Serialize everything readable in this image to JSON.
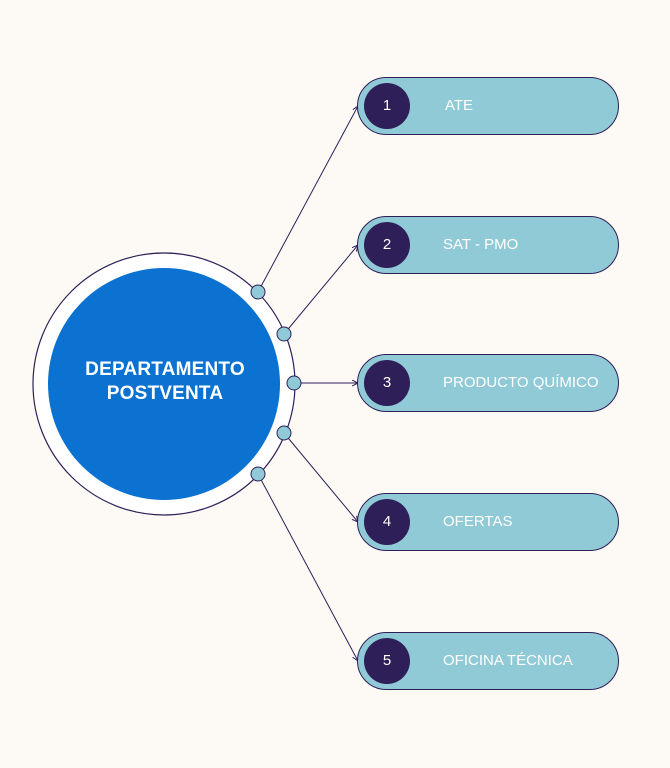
{
  "center": {
    "line1": "DEPARTAMENTO",
    "line2": "POSTVENTA"
  },
  "items": [
    {
      "number": "1",
      "label": "ATE"
    },
    {
      "number": "2",
      "label": "SAT - PMO"
    },
    {
      "number": "3",
      "label": "PRODUCTO QUÍMICO"
    },
    {
      "number": "4",
      "label": "OFERTAS"
    },
    {
      "number": "5",
      "label": "OFICINA TÉCNICA"
    }
  ],
  "colors": {
    "background": "#fdfaf5",
    "hub": "#0b72d1",
    "pill": "#90cad7",
    "badge": "#2e1f59",
    "connector": "#2e1f59",
    "node": "#90cad7"
  }
}
